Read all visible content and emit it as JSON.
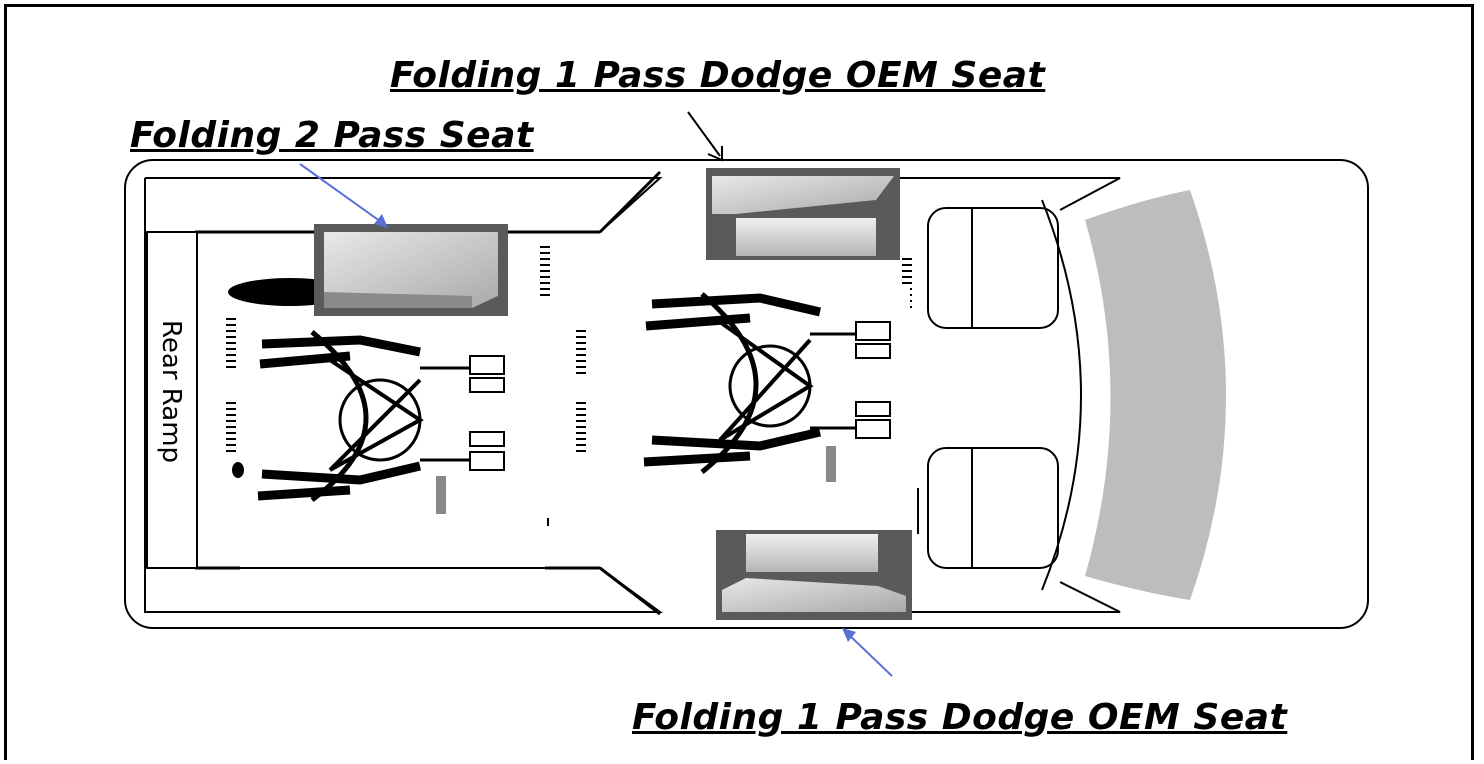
{
  "labels": {
    "seat_top": "Folding 1 Pass Dodge OEM Seat",
    "seat_left": "Folding 2 Pass Seat",
    "seat_bottom": "Folding 1 Pass Dodge OEM Seat",
    "rear_ramp": "Rear Ramp"
  },
  "colors": {
    "seat_frame": "#5a5a5a",
    "seat_cushion": "#cfcfcf",
    "dashboard": "#bdbdbd",
    "arrow_blue": "#5a6fd6",
    "arrow_black": "#000000"
  }
}
